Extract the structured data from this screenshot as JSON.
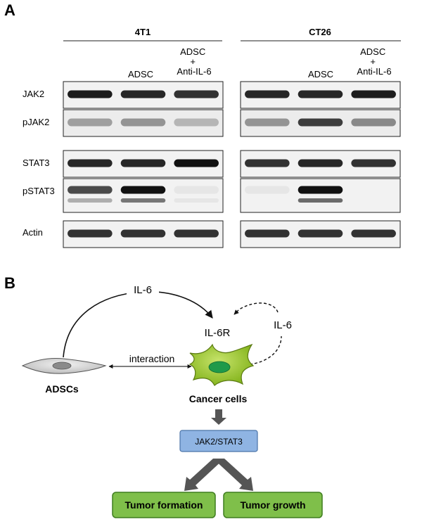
{
  "panel_a": {
    "label": "A",
    "groups": [
      {
        "name": "4T1",
        "lane_labels": [
          "",
          "ADSC",
          "ADSC\n+\nAnti-IL-6"
        ]
      },
      {
        "name": "CT26",
        "lane_labels": [
          "",
          "ADSC",
          "ADSC\n+\nAnti-IL-6"
        ]
      }
    ],
    "rows": [
      "JAK2",
      "pJAK2",
      "STAT3",
      "pSTAT3",
      "Actin"
    ],
    "blots": {
      "4T1": {
        "JAK2": [
          {
            "i": [
              0.95,
              0.9,
              0.85
            ]
          }
        ],
        "pJAK2": [
          {
            "i": [
              0.35,
              0.4,
              0.25
            ]
          }
        ],
        "STAT3": [
          {
            "i": [
              0.9,
              0.9,
              1.0
            ]
          }
        ],
        "pSTAT3": [
          {
            "i": [
              0.75,
              1.0,
              0.05
            ]
          },
          {
            "i": [
              0.3,
              0.55,
              0.05
            ]
          }
        ],
        "Actin": [
          {
            "i": [
              0.85,
              0.85,
              0.85
            ]
          }
        ]
      },
      "CT26": {
        "JAK2": [
          {
            "i": [
              0.9,
              0.9,
              0.95
            ]
          }
        ],
        "pJAK2": [
          {
            "i": [
              0.4,
              0.8,
              0.45
            ]
          }
        ],
        "STAT3": [
          {
            "i": [
              0.85,
              0.9,
              0.85
            ]
          }
        ],
        "pSTAT3": [
          {
            "i": [
              0.03,
              1.0,
              0.0
            ]
          },
          {
            "i": [
              0.0,
              0.6,
              0.0
            ]
          }
        ],
        "Actin": [
          {
            "i": [
              0.85,
              0.85,
              0.85
            ]
          }
        ]
      }
    }
  },
  "panel_b": {
    "label": "B",
    "il6_top": "IL-6",
    "il6r": "IL-6R",
    "il6_auto": "IL-6",
    "interaction": "interaction",
    "adscs": "ADSCs",
    "cancer_cells": "Cancer cells",
    "pathway": "JAK2/STAT3",
    "outcome_1": "Tumor formation",
    "outcome_2": "Tumor growth",
    "colors": {
      "cancer_cell": "#9ccc2e",
      "cancer_nucleus": "#1f9a4a",
      "adsc_cell": "#d9d9d9",
      "adsc_nucleus": "#8a8a8a",
      "pathway_box": "#8fb4e3",
      "outcome_box": "#7fbf4a",
      "arrow_gray": "#555555"
    }
  }
}
